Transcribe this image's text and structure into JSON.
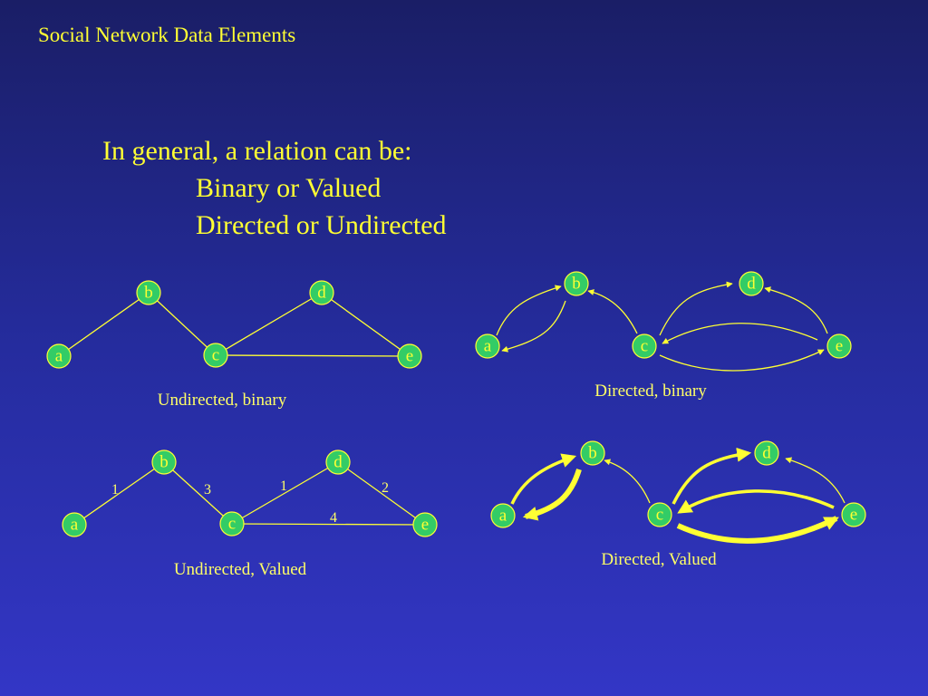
{
  "slide": {
    "title": "Social Network Data Elements",
    "intro": {
      "line1": "In general, a relation can be:",
      "line2": "Binary or Valued",
      "line3": "Directed or Undirected"
    }
  },
  "colors": {
    "text": "#ffff33",
    "node_fill": "#33cc66",
    "edge": "#ffff33",
    "background_top": "#1a1e66",
    "background_bottom": "#3336c6"
  },
  "graphs": {
    "undirected_binary": {
      "caption": "Undirected, binary",
      "nodes": [
        "a",
        "b",
        "c",
        "d",
        "e"
      ],
      "edges": [
        [
          "a",
          "b"
        ],
        [
          "b",
          "c"
        ],
        [
          "c",
          "d"
        ],
        [
          "d",
          "e"
        ],
        [
          "c",
          "e"
        ]
      ]
    },
    "directed_binary": {
      "caption": "Directed, binary",
      "nodes": [
        "a",
        "b",
        "c",
        "d",
        "e"
      ],
      "edges": [
        [
          "a",
          "b"
        ],
        [
          "b",
          "a"
        ],
        [
          "c",
          "b"
        ],
        [
          "c",
          "d"
        ],
        [
          "e",
          "d"
        ],
        [
          "e",
          "c"
        ],
        [
          "c",
          "e"
        ]
      ]
    },
    "undirected_valued": {
      "caption": "Undirected, Valued",
      "nodes": [
        "a",
        "b",
        "c",
        "d",
        "e"
      ],
      "edges": [
        {
          "from": "a",
          "to": "b",
          "weight": "1"
        },
        {
          "from": "b",
          "to": "c",
          "weight": "3"
        },
        {
          "from": "c",
          "to": "d",
          "weight": "1"
        },
        {
          "from": "d",
          "to": "e",
          "weight": "2"
        },
        {
          "from": "c",
          "to": "e",
          "weight": "4"
        }
      ]
    },
    "directed_valued": {
      "caption": "Directed, Valued",
      "nodes": [
        "a",
        "b",
        "c",
        "d",
        "e"
      ],
      "edges": [
        [
          "a",
          "b"
        ],
        [
          "b",
          "a"
        ],
        [
          "c",
          "b"
        ],
        [
          "c",
          "d"
        ],
        [
          "e",
          "d"
        ],
        [
          "e",
          "c"
        ],
        [
          "c",
          "e"
        ]
      ]
    }
  }
}
